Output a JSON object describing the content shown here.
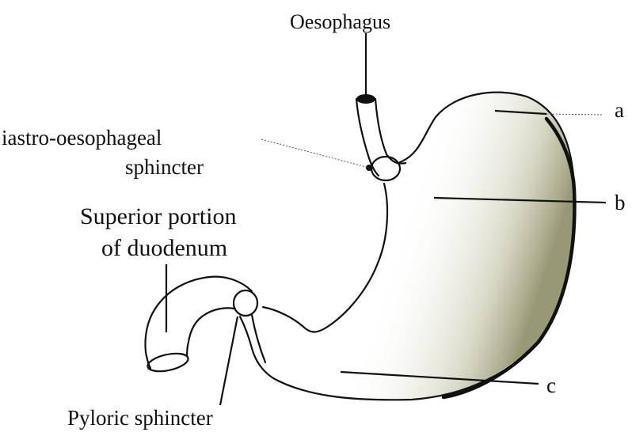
{
  "labels": {
    "oesophagus": "Oesophagus",
    "gastro_line1": "iastro-oesophageal",
    "gastro_line2": "sphincter",
    "superior_line1": "Superior portion",
    "superior_line2": "of duodenum",
    "pyloric": "Pyloric sphincter",
    "a": "a",
    "b": "b",
    "c": "c"
  },
  "colors": {
    "ink": "#111111",
    "shading": "#8a8a5a"
  }
}
